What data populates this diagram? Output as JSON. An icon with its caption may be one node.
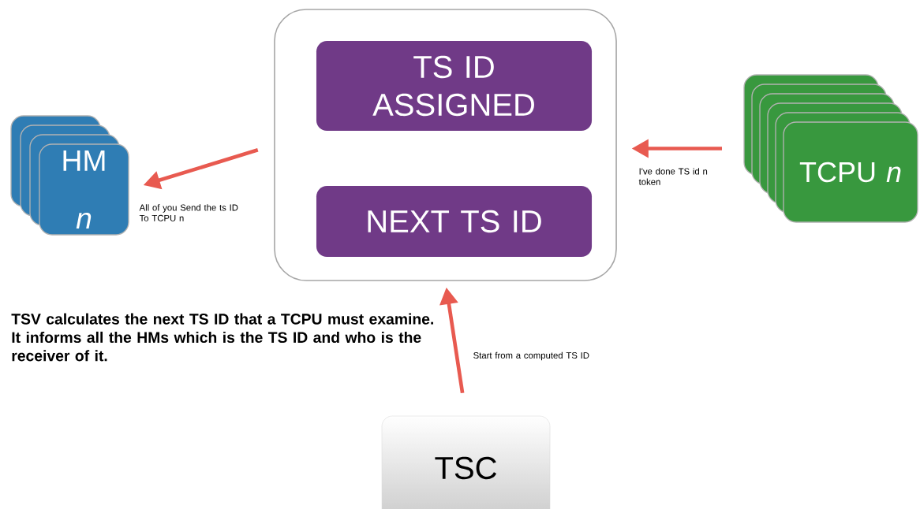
{
  "diagram": {
    "nodes": [
      {
        "text": [],
        "shape": "box"
      },
      {
        "text": [
          "TS ID ASSIGNED"
        ],
        "in": 0
      },
      {
        "text": [
          "NEXT TS ID"
        ],
        "in": 0
      },
      {
        "text": [
          "HM",
          "n"
        ]
      },
      {
        "text": [
          "TCPU *n*"
        ]
      },
      {
        "text": [
          "TSC"
        ]
      }
    ],
    "edges": [
      {
        "from": 0,
        "to": 3,
        "arrow": "to",
        "label": "All of you Send the ts ID To TCPU n"
      },
      {
        "from": 4,
        "to": 0,
        "arrow": "to",
        "label": "I've done TS id n token"
      },
      {
        "from": 5,
        "to": 0,
        "arrow": "to",
        "label": "Start from a computed TS ID"
      }
    ],
    "labels": [
      "TSV calculates the next TS ID that a TCPU must examine. It informs all the HMs which is the TS ID and who is the receiver of it."
    ]
  }
}
